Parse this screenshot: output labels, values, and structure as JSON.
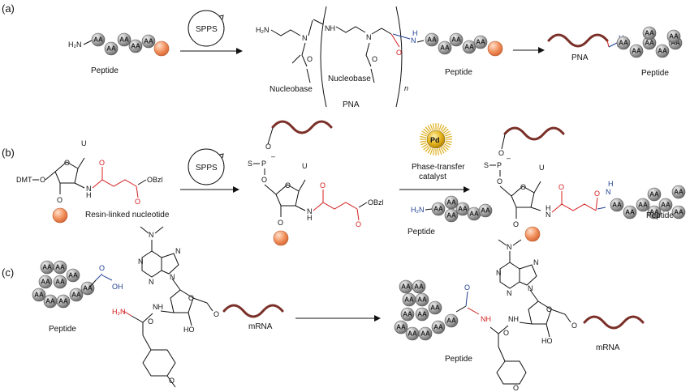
{
  "panels": {
    "a": "(a)",
    "b": "(b)",
    "c": "(c)"
  },
  "bead_label": "AA",
  "labels": {
    "peptide": "Peptide",
    "pna": "PNA",
    "nucleobase": "Nucleobase",
    "n": "n",
    "spps": "SPPS",
    "resin_linked": "Resin-linked nucleotide",
    "pd": "Pd",
    "phase_transfer_1": "Phase-transfer",
    "phase_transfer_2": "catalyst",
    "mrna": "mRNA"
  },
  "atoms": {
    "h2n": "H₂N",
    "nh2": "H₂N",
    "h": "H",
    "n": "N",
    "o": "O",
    "oh": "OH",
    "ho": "HO",
    "u": "U",
    "s": "S",
    "p": "P",
    "minus": "–",
    "dmt": "DMT",
    "obzl": "OBzl",
    "nh": "NH"
  },
  "colors": {
    "bead": "#9a9a9a",
    "resin": "#f0956a",
    "rna": "#7a3028",
    "red": "#d42020",
    "blue": "#1f3f8f",
    "pd": "#e0b020"
  }
}
